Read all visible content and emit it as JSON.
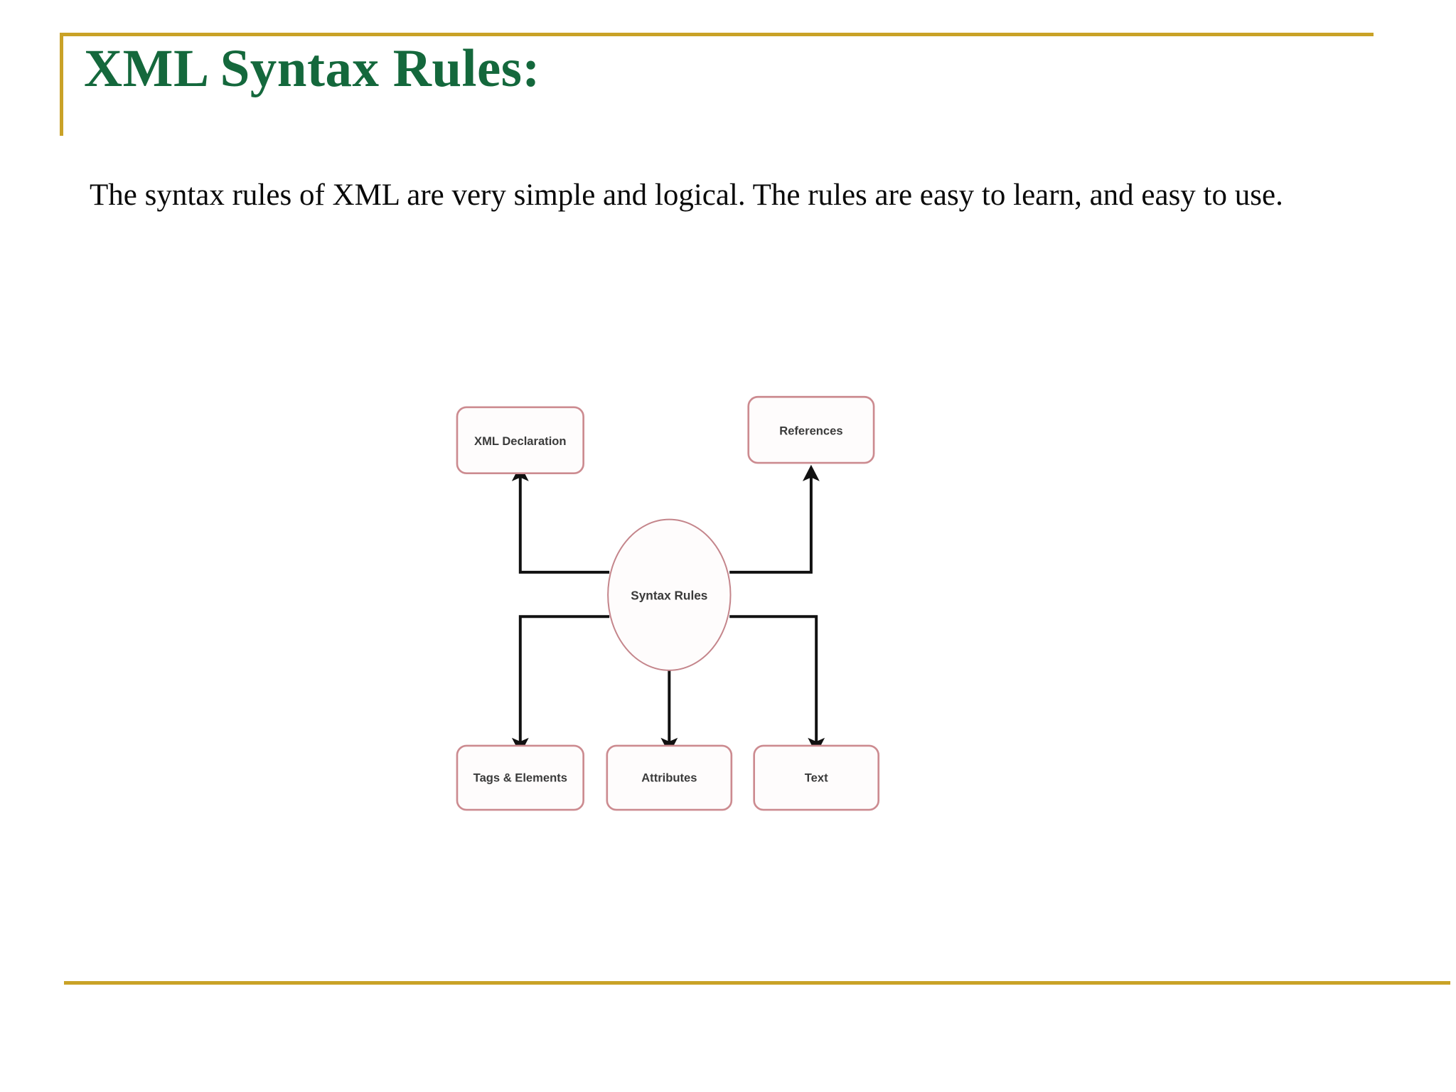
{
  "slide": {
    "title": "XML Syntax Rules:",
    "body_text": "The syntax rules of XML are very simple and logical. The rules are easy to learn, and easy to use.",
    "accent_gold": "#C9A227",
    "title_green": "#14683C",
    "body_black": "#0A0A0A"
  },
  "diagram": {
    "type": "node-link",
    "node_border_color": "#CC8B90",
    "node_fill_color": "#FEFCFC",
    "node_text_color": "#3A3A3A",
    "connector_color": "#111111",
    "center": {
      "label": "Syntax Rules",
      "shape": "circle"
    },
    "nodes": [
      {
        "id": "xml-declaration",
        "label": "XML Declaration",
        "position": "top-left"
      },
      {
        "id": "references",
        "label": "References",
        "position": "top-right"
      },
      {
        "id": "tags-elements",
        "label": "Tags & Elements",
        "position": "bottom-left"
      },
      {
        "id": "attributes",
        "label": "Attributes",
        "position": "bottom-center"
      },
      {
        "id": "text",
        "label": "Text",
        "position": "bottom-right"
      }
    ],
    "edges": [
      {
        "from": "Syntax Rules",
        "to": "XML Declaration",
        "style": "elbow-up-left"
      },
      {
        "from": "Syntax Rules",
        "to": "References",
        "style": "elbow-up-right"
      },
      {
        "from": "Syntax Rules",
        "to": "Tags & Elements",
        "style": "elbow-down-left"
      },
      {
        "from": "Syntax Rules",
        "to": "Attributes",
        "style": "straight-down"
      },
      {
        "from": "Syntax Rules",
        "to": "Text",
        "style": "elbow-down-right"
      }
    ]
  }
}
